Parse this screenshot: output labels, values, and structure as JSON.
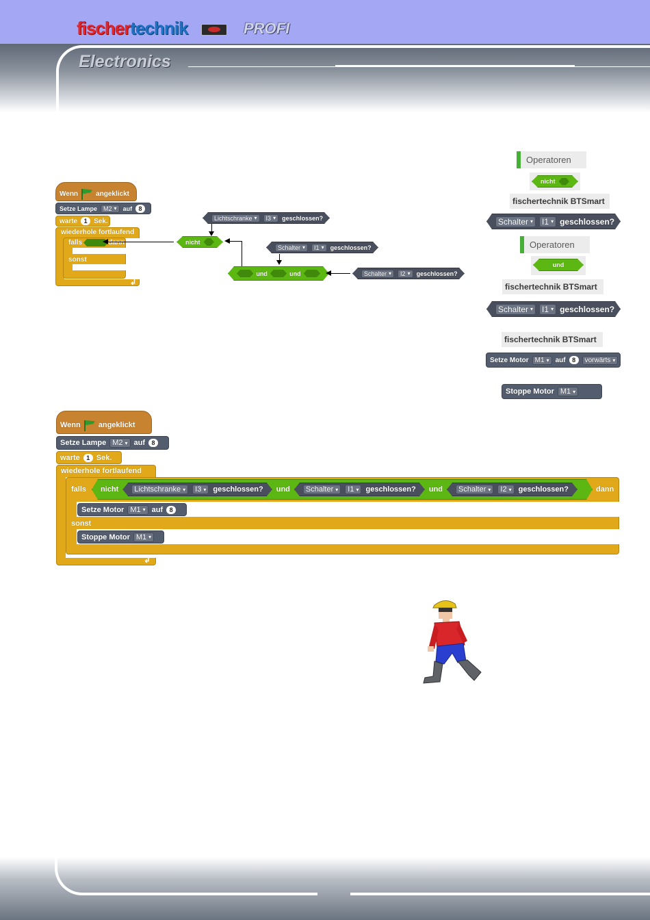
{
  "header": {
    "logo_word1": "fischer",
    "logo_word2": "technik",
    "product": "PROFI",
    "section_title": "Electronics"
  },
  "palette": {
    "operators_label": "Operatoren",
    "nicht": "nicht",
    "und": "und",
    "ext_label": "fischertechnik BTSmart",
    "schalter": "Schalter",
    "i1": "I1",
    "geschlossen": "geschlossen?",
    "setze_motor": "Setze Motor",
    "m1": "M1",
    "auf": "auf",
    "value8": "8",
    "vorwaerts": "vorwärts",
    "stoppe_motor": "Stoppe Motor"
  },
  "script1": {
    "wenn": "Wenn",
    "angeklickt": "angeklickt",
    "setze_lampe": "Setze Lampe",
    "m2": "M2",
    "auf": "auf",
    "value": "8",
    "warte": "warte",
    "one": "1",
    "sek": "Sek.",
    "wiederhole": "wiederhole fortlaufend",
    "falls": "falls",
    "dann": "dann",
    "sonst": "sonst"
  },
  "diagram": {
    "sensor1_label": "Lichtschranke",
    "sensor1_port": "I3",
    "sensor2_label": "Schalter",
    "sensor2_port": "I1",
    "sensor3_label": "Schalter",
    "sensor3_port": "I2",
    "geschlossen": "geschlossen?",
    "nicht": "nicht",
    "und1": "und",
    "und2": "und"
  },
  "script2": {
    "wenn": "Wenn",
    "angeklickt": "angeklickt",
    "setze_lampe": "Setze Lampe",
    "m2": "M2",
    "auf": "auf",
    "value": "8",
    "warte": "warte",
    "one": "1",
    "sek": "Sek.",
    "wiederhole": "wiederhole fortlaufend",
    "falls": "falls",
    "nicht": "nicht",
    "lichtschranke": "Lichtschranke",
    "i3": "I3",
    "geschlossen": "geschlossen?",
    "und": "und",
    "schalter": "Schalter",
    "i1": "I1",
    "i2": "I2",
    "dann": "dann",
    "setze_motor": "Setze Motor",
    "m1": "M1",
    "sonst": "sonst",
    "stoppe_motor": "Stoppe Motor"
  },
  "colors": {
    "header_band": "#a4a7f3",
    "control": "#e1a91a",
    "events": "#c88330",
    "operators": "#5cb712",
    "extension": "#4a4f5e"
  },
  "icons": [
    "green-flag-icon",
    "dropdown-arrow-icon",
    "loop-arrow-icon"
  ]
}
